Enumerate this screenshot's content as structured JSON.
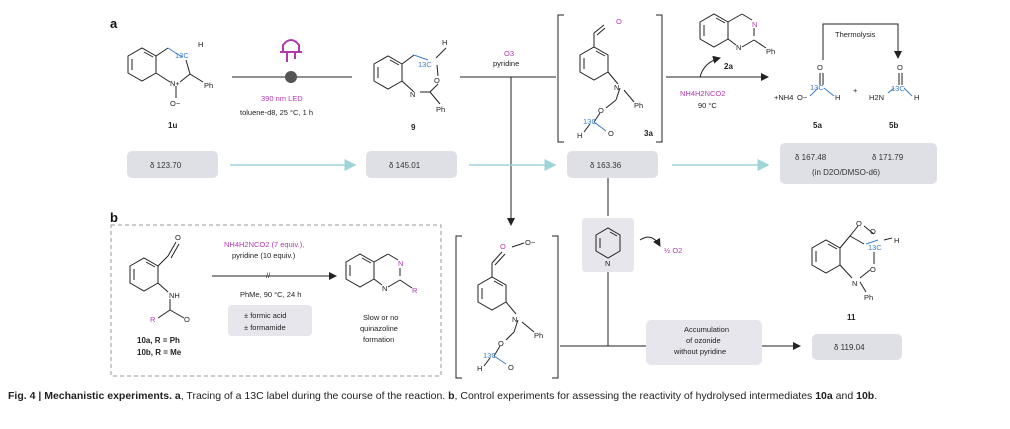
{
  "panel_labels": {
    "a": "a",
    "b": "b"
  },
  "compounds": {
    "c1u": "1u",
    "c9": "9",
    "c3a": "3a",
    "c2a": "2a",
    "c5a": "5a",
    "c5b": "5b",
    "c10": "10a, R = Ph",
    "c10b": "10b, R = Me",
    "c11": "11"
  },
  "atoms": {
    "H": "H",
    "O": "O",
    "N": "N",
    "Ph": "Ph",
    "R": "R",
    "NH": "NH",
    "C13": "13C",
    "Nplus": "N+",
    "Ominus": "O−",
    "NH4": "+NH4",
    "H2N": "H2N",
    "plus": "+"
  },
  "conditions": {
    "led": "390 nm LED",
    "led_solvent": "toluene-d8, 25 °C, 1 h",
    "o3": "O3",
    "pyridine": "pyridine",
    "carbamate": "NH4H2NCO2",
    "temp": "90 °C",
    "thermolysis": "Thermolysis",
    "b_reagent": "NH4H2NCO2 (7 equiv.),",
    "b_pyr": "pyridine (10 equiv.)",
    "b_cond": "PhMe, 90 °C, 24 h",
    "b_fa": "± formic acid",
    "b_fm": "± formamide",
    "b_result1": "Slow or no",
    "b_result2": "quinazoline",
    "b_result3": "formation",
    "half_o2": "½ O2",
    "accum1": "Accumulation",
    "accum2": "of ozonide",
    "accum3": "without pyridine"
  },
  "shifts": {
    "s1u": "δ 123.70",
    "s9": "δ 145.01",
    "s3a": "δ 163.36",
    "s5a": "δ 167.48",
    "s5b": "δ 171.79",
    "s5_solv": "(in D2O/DMSO-d6)",
    "s11": "δ 119.04"
  },
  "caption": {
    "fig": "Fig. 4 | ",
    "title": "Mechanistic experiments.",
    "a_lbl": " a",
    "a_text": ", Tracing of a ",
    "a_text2": "13C label during the course of the reaction. ",
    "b_lbl": "b",
    "b_text": ", Control experiments for assessing the reactivity of hydrolysed intermediates ",
    "b_c1": "10a",
    "b_and": " and ",
    "b_c2": "10b",
    "b_end": "."
  },
  "colors": {
    "magenta": "#b23ab0",
    "blue": "#3a7ec8",
    "bar": "#dfe0e6",
    "box": "#e6e6ec"
  }
}
